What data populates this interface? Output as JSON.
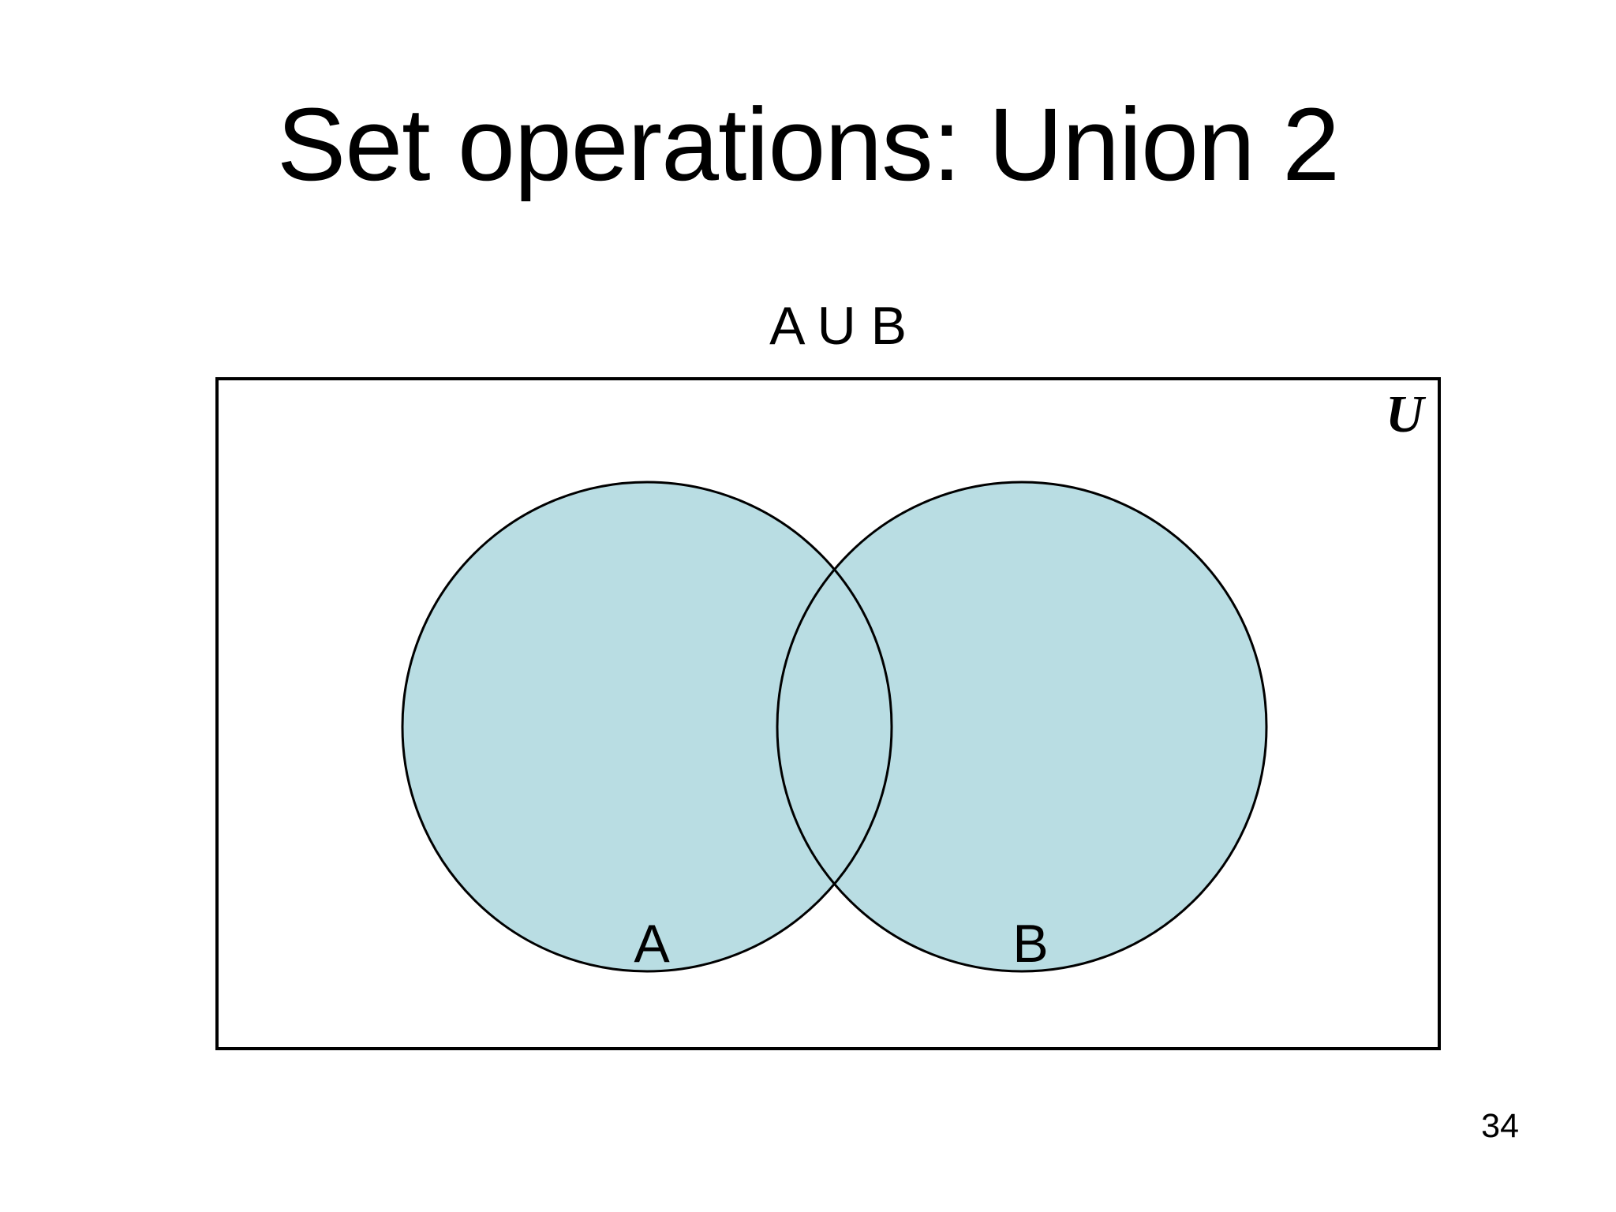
{
  "slide": {
    "title": "Set operations: Union 2",
    "expression_label": "A U B",
    "universe_label": "U",
    "set_a_label": "A",
    "set_b_label": "B",
    "page_number": "34"
  },
  "colors": {
    "background": "#ffffff",
    "circle_fill": "#b9dde3",
    "outline": "#000000",
    "text": "#000000"
  }
}
